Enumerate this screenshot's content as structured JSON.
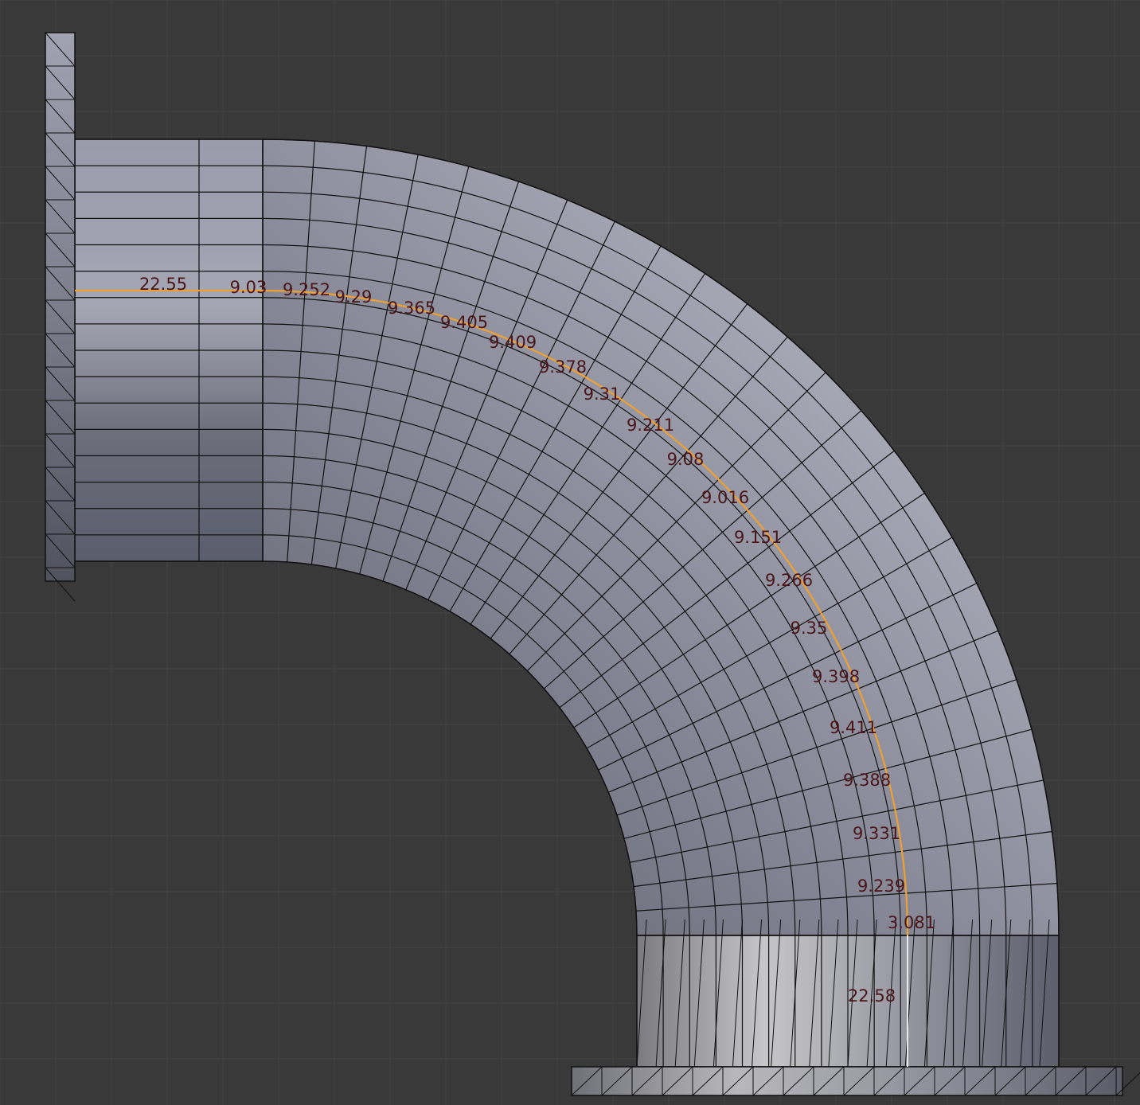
{
  "viewport": {
    "background_color": "#393939",
    "grid_color": "#424242",
    "mesh_edge_color": "#111111",
    "selected_edge_color": "#f0a030",
    "label_color": "#4a1518"
  },
  "edge_lengths": [
    "22.55",
    "9.03",
    "9.252",
    "9.29",
    "9.365",
    "9.405",
    "9.409",
    "9.378",
    "9.31",
    "9.211",
    "9.08",
    "9.016",
    "9.151",
    "9.266",
    "9.35",
    "9.398",
    "9.411",
    "9.388",
    "9.331",
    "9.239",
    "3.081",
    "22.58"
  ]
}
